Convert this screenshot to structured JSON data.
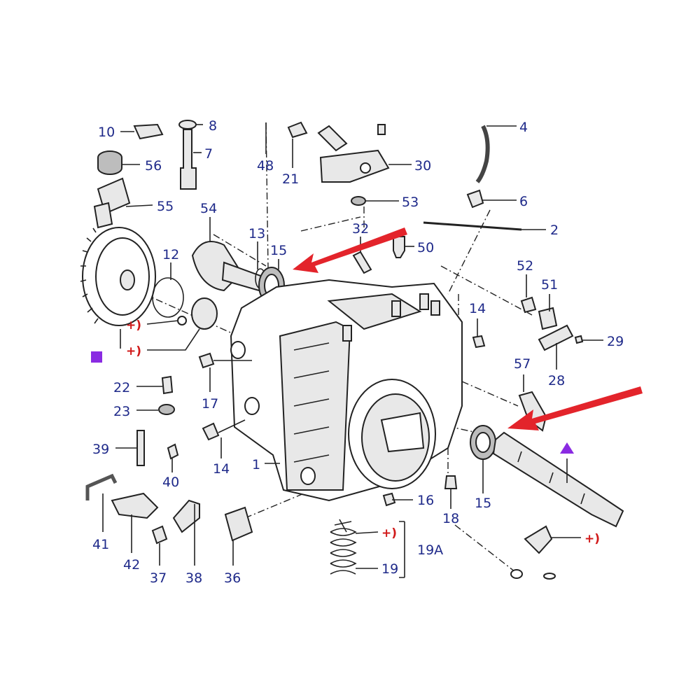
{
  "callouts": [
    {
      "id": "c10",
      "text": "10"
    },
    {
      "id": "c8",
      "text": "8"
    },
    {
      "id": "c7",
      "text": "7"
    },
    {
      "id": "c56",
      "text": "56"
    },
    {
      "id": "c55",
      "text": "55"
    },
    {
      "id": "c54",
      "text": "54"
    },
    {
      "id": "c12",
      "text": "12"
    },
    {
      "id": "c13",
      "text": "13"
    },
    {
      "id": "c15a",
      "text": "15"
    },
    {
      "id": "c48",
      "text": "48"
    },
    {
      "id": "c21",
      "text": "21"
    },
    {
      "id": "c30",
      "text": "30"
    },
    {
      "id": "c53",
      "text": "53"
    },
    {
      "id": "c32",
      "text": "32"
    },
    {
      "id": "c50",
      "text": "50"
    },
    {
      "id": "c4",
      "text": "4"
    },
    {
      "id": "c6",
      "text": "6"
    },
    {
      "id": "c2",
      "text": "2"
    },
    {
      "id": "c52",
      "text": "52"
    },
    {
      "id": "c51",
      "text": "51"
    },
    {
      "id": "c14a",
      "text": "14"
    },
    {
      "id": "c29",
      "text": "29"
    },
    {
      "id": "c28",
      "text": "28"
    },
    {
      "id": "c57",
      "text": "57"
    },
    {
      "id": "c22",
      "text": "22"
    },
    {
      "id": "c23",
      "text": "23"
    },
    {
      "id": "c17",
      "text": "17"
    },
    {
      "id": "c14b",
      "text": "14"
    },
    {
      "id": "c39",
      "text": "39"
    },
    {
      "id": "c40",
      "text": "40"
    },
    {
      "id": "c1",
      "text": "1"
    },
    {
      "id": "c41",
      "text": "41"
    },
    {
      "id": "c42",
      "text": "42"
    },
    {
      "id": "c37",
      "text": "37"
    },
    {
      "id": "c38",
      "text": "38"
    },
    {
      "id": "c36",
      "text": "36"
    },
    {
      "id": "c16",
      "text": "16"
    },
    {
      "id": "c18",
      "text": "18"
    },
    {
      "id": "c15b",
      "text": "15"
    },
    {
      "id": "c19A",
      "text": "19A"
    },
    {
      "id": "c19",
      "text": "19"
    }
  ],
  "plus_markers": [
    {
      "id": "p1",
      "text": "+)"
    },
    {
      "id": "p2",
      "text": "+)"
    },
    {
      "id": "p3",
      "text": "+)"
    },
    {
      "id": "p4",
      "text": "+)"
    }
  ],
  "colors": {
    "callout_text": "#1f2a8a",
    "plus_text": "#d11a1a",
    "arrow_red": "#e3242b",
    "purple_marker": "#8a2be2",
    "line": "#222222"
  }
}
